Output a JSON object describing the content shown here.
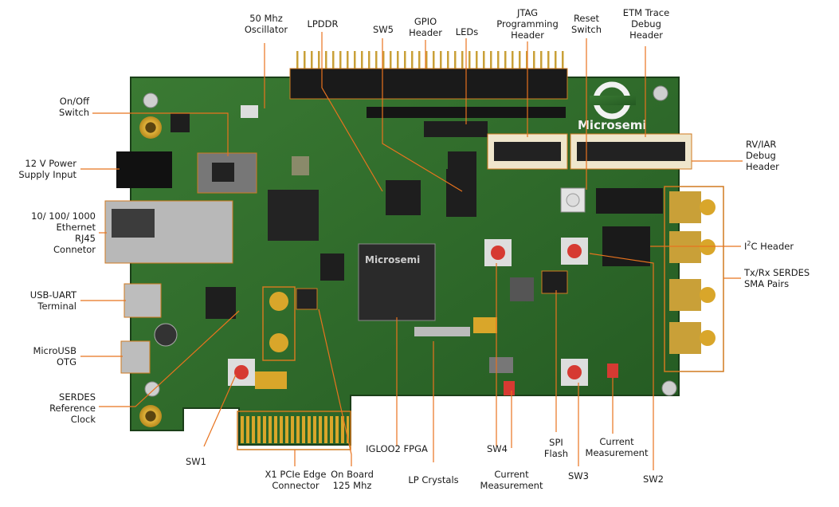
{
  "colors": {
    "leader": "#e8731e",
    "pcb": "#2f6b2a",
    "pcb_dark": "#1f4e1d",
    "silk": "#e6f0e0",
    "gold": "#d9a62a",
    "chip": "#222222",
    "button": "#d63a32"
  },
  "logo_text": "Microsemi",
  "labels": {
    "osc": "50 Mhz\nOscillator",
    "lpddr": "LPDDR",
    "sw5": "SW5",
    "gpio": "GPIO\nHeader",
    "leds": "LEDs",
    "jtag": "JTAG\nProgramming\nHeader",
    "reset": "Reset\nSwitch",
    "etm": "ETM Trace\nDebug\nHeader",
    "onoff": "On/Off\nSwitch",
    "power": "12 V Power\nSupply Input",
    "eth": "10/ 100/ 1000\nEthernet\nRJ45\nConnetor",
    "usbuart": "USB-UART\nTerminal",
    "microusb": "MicroUSB\nOTG",
    "serdes_clk": "SERDES\nReference\nClock",
    "rviar": "RV/IAR\nDebug\nHeader",
    "i2c_pre": "I",
    "i2c_sup": "2",
    "i2c_post": "C Header",
    "txrx": "Tx/Rx SERDES\nSMA Pairs",
    "sw1": "SW1",
    "pcie": "X1 PCIe Edge\nConnector",
    "onboard": "On Board\n125 Mhz",
    "igloo": "IGLOO2 FPGA",
    "lpcrystals": "LP Crystals",
    "sw4": "SW4",
    "curmeas1": "Current\nMeasurement",
    "spiflash": "SPI\nFlash",
    "sw3": "SW3",
    "curmeas2": "Current\nMeasurement",
    "sw2": "SW2"
  }
}
